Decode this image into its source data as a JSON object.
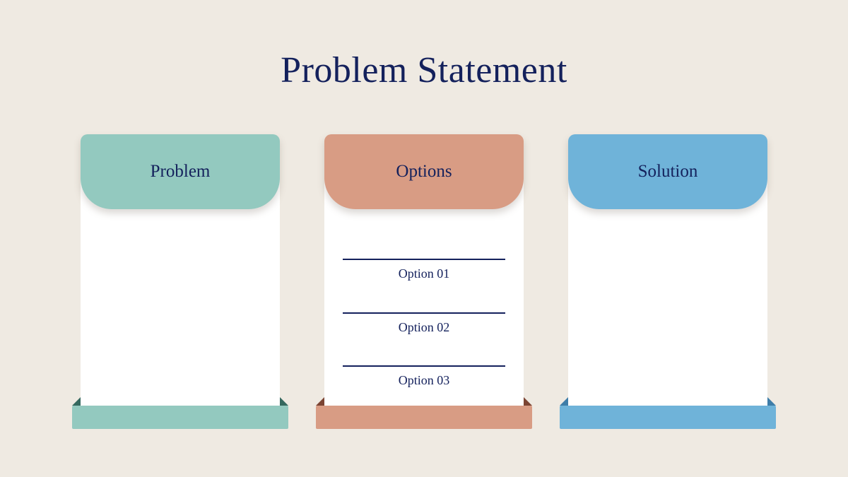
{
  "slide": {
    "title": "Problem Statement",
    "background_color": "#EFEAE2",
    "text_color": "#14215C"
  },
  "cards": [
    {
      "label": "Problem",
      "header_color": "#93C9BF",
      "accent_color": "#35685E",
      "options": []
    },
    {
      "label": "Options",
      "header_color": "#D89C84",
      "accent_color": "#7B4433",
      "options": [
        "Option 01",
        "Option 02",
        "Option 03"
      ]
    },
    {
      "label": "Solution",
      "header_color": "#6FB3D9",
      "accent_color": "#3E7DA8",
      "options": []
    }
  ]
}
